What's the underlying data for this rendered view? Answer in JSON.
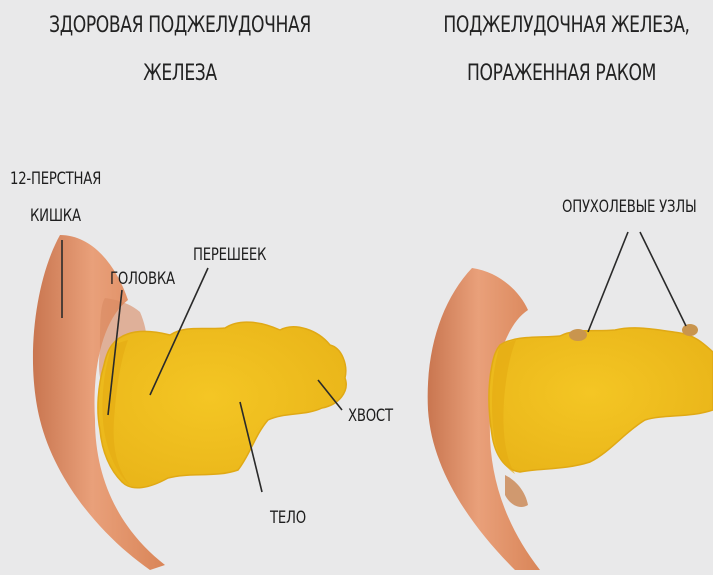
{
  "left_panel": {
    "title_line1": "ЗДОРОВАЯ ПОДЖЕЛУДОЧНАЯ",
    "title_line2": "ЖЕЛЕЗА",
    "labels": {
      "duodenum_line1": "12-ПЕРСТНАЯ",
      "duodenum_line2": "КИШКА",
      "head": "ГОЛОВКА",
      "neck": "ПЕРЕШЕЕК",
      "tail": "ХВОСТ",
      "body": "ТЕЛО"
    }
  },
  "right_panel": {
    "title_line1": "ПОДЖЕЛУДОЧНАЯ ЖЕЛЕЗА,",
    "title_line2": "ПОРАЖЕННАЯ РАКОМ",
    "labels": {
      "tumor_nodes": "ОПУХОЛЕВЫЕ УЗЛЫ"
    }
  },
  "colors": {
    "background": "#e9e9ea",
    "pancreas": "#f2c11e",
    "pancreas_shade": "#e4ab12",
    "duodenum": "#e0936a",
    "duodenum_shade": "#c97650",
    "tumor": "#c9954e",
    "leader_line": "#2a2a2a"
  }
}
